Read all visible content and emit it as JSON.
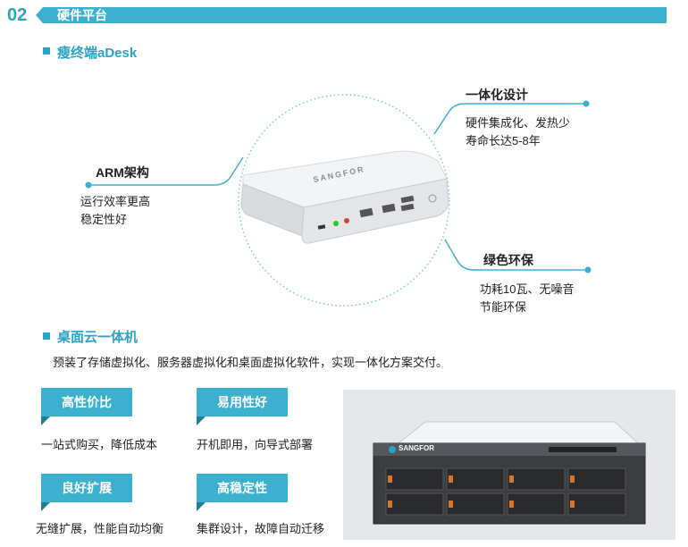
{
  "header": {
    "section_number": "02",
    "title": "硬件平台"
  },
  "thin_client": {
    "title": "瘦终端aDesk",
    "features": [
      {
        "title": "ARM架构",
        "lines": [
          "运行效率更高",
          "稳定性好"
        ]
      },
      {
        "title": "一体化设计",
        "lines": [
          "硬件集成化、发热少",
          "寿命长达5-8年"
        ]
      },
      {
        "title": "绿色环保",
        "lines": [
          "功耗10瓦、无噪音",
          "节能环保"
        ]
      }
    ],
    "device_brand": "SANGFOR"
  },
  "all_in_one": {
    "title": "桌面云一体机",
    "intro": "预装了存储虚拟化、服务器虚拟化和桌面虚拟化软件，实现一体化方案交付。",
    "tags": [
      {
        "label": "高性价比",
        "text": "一站式购买，降低成本"
      },
      {
        "label": "易用性好",
        "text": "开机即用，向导式部署"
      },
      {
        "label": "良好扩展",
        "text": "无缝扩展，性能自动均衡"
      },
      {
        "label": "高稳定性",
        "text": "集群设计，故障自动迁移"
      }
    ],
    "server_brand": "SANGFOR"
  },
  "colors": {
    "accent": "#3db0cf",
    "accent_dark": "#2aa3c4"
  }
}
